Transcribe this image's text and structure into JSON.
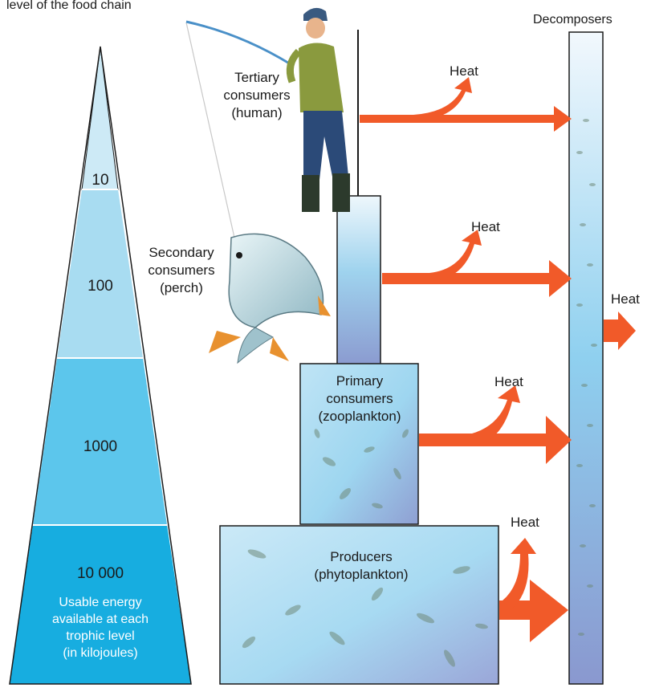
{
  "labels": {
    "top_cut": "level of the food chain",
    "decomposers": "Decomposers",
    "tertiary": "Tertiary\nconsumers\n(human)",
    "secondary": "Secondary\nconsumers\n(perch)",
    "primary": "Primary\nconsumers\n(zooplankton)",
    "producers": "Producers\n(phytoplankton)",
    "heat": "Heat"
  },
  "pyramid": {
    "levels": [
      "10",
      "100",
      "1000",
      "10 000"
    ],
    "caption": "Usable energy\navailable at each\ntrophic level\n(in kilojoules)"
  },
  "colors": {
    "pyramid_top": "#cdeaf6",
    "pyramid_level2": "#a8dcf1",
    "pyramid_level3": "#5cc6ec",
    "pyramid_bottom": "#17ade0",
    "arrow": "#f15a29",
    "column_light": "#e7f4fb",
    "column_dark": "#8ea0d2"
  }
}
